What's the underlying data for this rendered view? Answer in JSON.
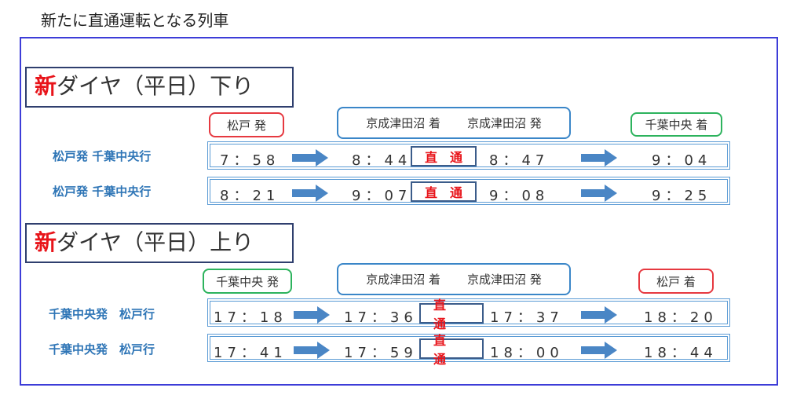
{
  "title": "新たに直通運転となる列車",
  "sections": [
    {
      "new": "新",
      "heading": "ダイヤ（平日）下り",
      "labels": {
        "origin": "松戸 発",
        "transfer_arr": "京成津田沼 着",
        "transfer_dep": "京成津田沼 発",
        "dest": "千葉中央 着"
      },
      "rows": [
        {
          "route": "松戸発 千葉中央行",
          "dep": "7：58",
          "arr_tsudanuma": "8：44",
          "through": "直通",
          "dep_tsudanuma": "8：47",
          "arr": "9：04"
        },
        {
          "route": "松戸発 千葉中央行",
          "dep": "8：21",
          "arr_tsudanuma": "9：07",
          "through": "直通",
          "dep_tsudanuma": "9：08",
          "arr": "9：25"
        }
      ]
    },
    {
      "new": "新",
      "heading": "ダイヤ（平日）上り",
      "labels": {
        "origin": "千葉中央 発",
        "transfer_arr": "京成津田沼 着",
        "transfer_dep": "京成津田沼 発",
        "dest": "松戸 着"
      },
      "rows": [
        {
          "route": "千葉中央発　松戸行",
          "dep": "17：18",
          "arr_tsudanuma": "17：36",
          "through": "直通",
          "dep_tsudanuma": "17：37",
          "arr": "18：20"
        },
        {
          "route": "千葉中央発　松戸行",
          "dep": "17：41",
          "arr_tsudanuma": "17：59",
          "through": "直通",
          "dep_tsudanuma": "18：00",
          "arr": "18：44"
        }
      ]
    }
  ]
}
